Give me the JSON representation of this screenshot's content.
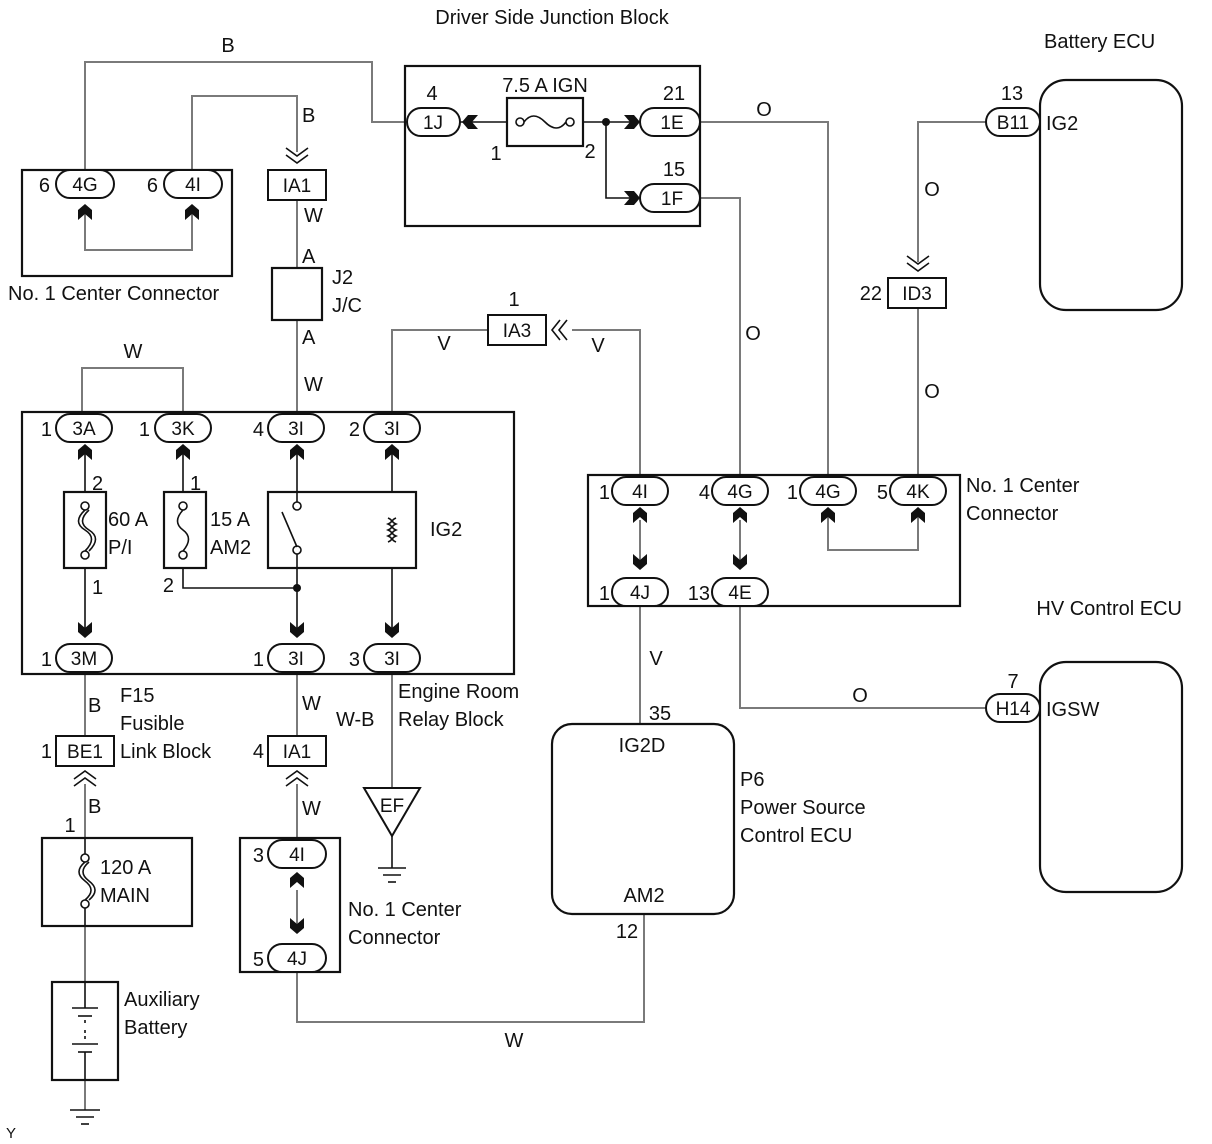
{
  "labels": {
    "djb_title": "Driver Side Junction Block",
    "battery_ecu": "Battery ECU",
    "hv_ecu": "HV Control ECU",
    "center_conn": "No. 1 Center Connector",
    "center_conn_r1": "No. 1 Center",
    "center_conn_r2": "Connector",
    "center_conn_b1": "No. 1 Center",
    "center_conn_b2": "Connector",
    "j2": "J2",
    "jc": "J/C",
    "engine_room_1": "Engine Room",
    "engine_room_2": "Relay Block",
    "f15_1": "F15",
    "f15_2": "Fusible",
    "f15_3": "Link Block",
    "p6_1": "P6",
    "p6_2": "Power Source",
    "p6_3": "Control ECU",
    "aux_1": "Auxiliary",
    "aux_2": "Battery",
    "corner": "Y"
  },
  "fuses": {
    "ign_label": "7.5 A IGN",
    "pi_amp": "60 A",
    "pi_name": "P/I",
    "am2_amp": "15 A",
    "am2_name": "AM2",
    "main_amp": "120 A",
    "main_name": "MAIN",
    "relay": "IG2"
  },
  "pins": {
    "ecu_ig2": "IG2",
    "ecu_igsw": "IGSW",
    "ecu_ig2d": "IG2D",
    "ecu_am2": "AM2"
  },
  "connectors": {
    "c_4G_top": "4G",
    "c_4I_top": "4I",
    "c_IA1_top": "IA1",
    "c_1J": "1J",
    "c_1E": "1E",
    "c_1F": "1F",
    "c_B11": "B11",
    "c_ID3": "ID3",
    "c_IA3": "IA3",
    "c_3A": "3A",
    "c_3K": "3K",
    "c_3I_a": "3I",
    "c_3I_b": "3I",
    "c_3M": "3M",
    "c_3I_c": "3I",
    "c_3I_d": "3I",
    "c_4I_r": "4I",
    "c_4G_r1": "4G",
    "c_4G_r2": "4G",
    "c_4K": "4K",
    "c_4J_r": "4J",
    "c_4E": "4E",
    "c_H14": "H14",
    "c_BE1": "BE1",
    "c_IA1_bot": "IA1",
    "c_4I_b": "4I",
    "c_4J_b": "4J",
    "c_EF": "EF"
  },
  "pin_numbers": {
    "p_4G_top": "6",
    "p_4I_top": "6",
    "p_1J": "4",
    "p_1E": "21",
    "p_1F": "15",
    "p_fuse_in": "1",
    "p_fuse_out": "2",
    "p_B11": "13",
    "p_ID3": "22",
    "p_IA3": "1",
    "p_3A": "1",
    "p_3K": "1",
    "p_3I_a": "4",
    "p_3I_b": "2",
    "p_pi_top": "2",
    "p_am2_top": "1",
    "p_pi_bot": "1",
    "p_am2_bot": "2",
    "p_3M": "1",
    "p_3I_c": "1",
    "p_3I_d": "3",
    "p_4I_r": "1",
    "p_4G_r1": "4",
    "p_4G_r2": "1",
    "p_4K": "5",
    "p_4J_r": "1",
    "p_4E": "13",
    "p_H14": "7",
    "p_ig2d": "35",
    "p_am2": "12",
    "p_BE1": "1",
    "p_IA1_bot": "4",
    "p_main": "1",
    "p_4I_b": "3",
    "p_4J_b": "5"
  },
  "wire_colors": {
    "w_top_b": "B",
    "w_top_b2": "B",
    "w_ia1_w": "W",
    "w_j2_a1": "A",
    "w_j2_a2": "A",
    "w_j2_w": "W",
    "w_3a3k": "W",
    "w_ia3_v1": "V",
    "w_ia3_v2": "V",
    "w_1e_o": "O",
    "w_b11_o": "O",
    "w_1f_o": "O",
    "w_id3_o": "O",
    "w_3m_b": "B",
    "w_3i_w": "W",
    "w_wb": "W-B",
    "w_be1_b": "B",
    "w_ia1_w2": "W",
    "w_4j_v": "V",
    "w_h14_o": "O",
    "w_bottom_w": "W"
  }
}
